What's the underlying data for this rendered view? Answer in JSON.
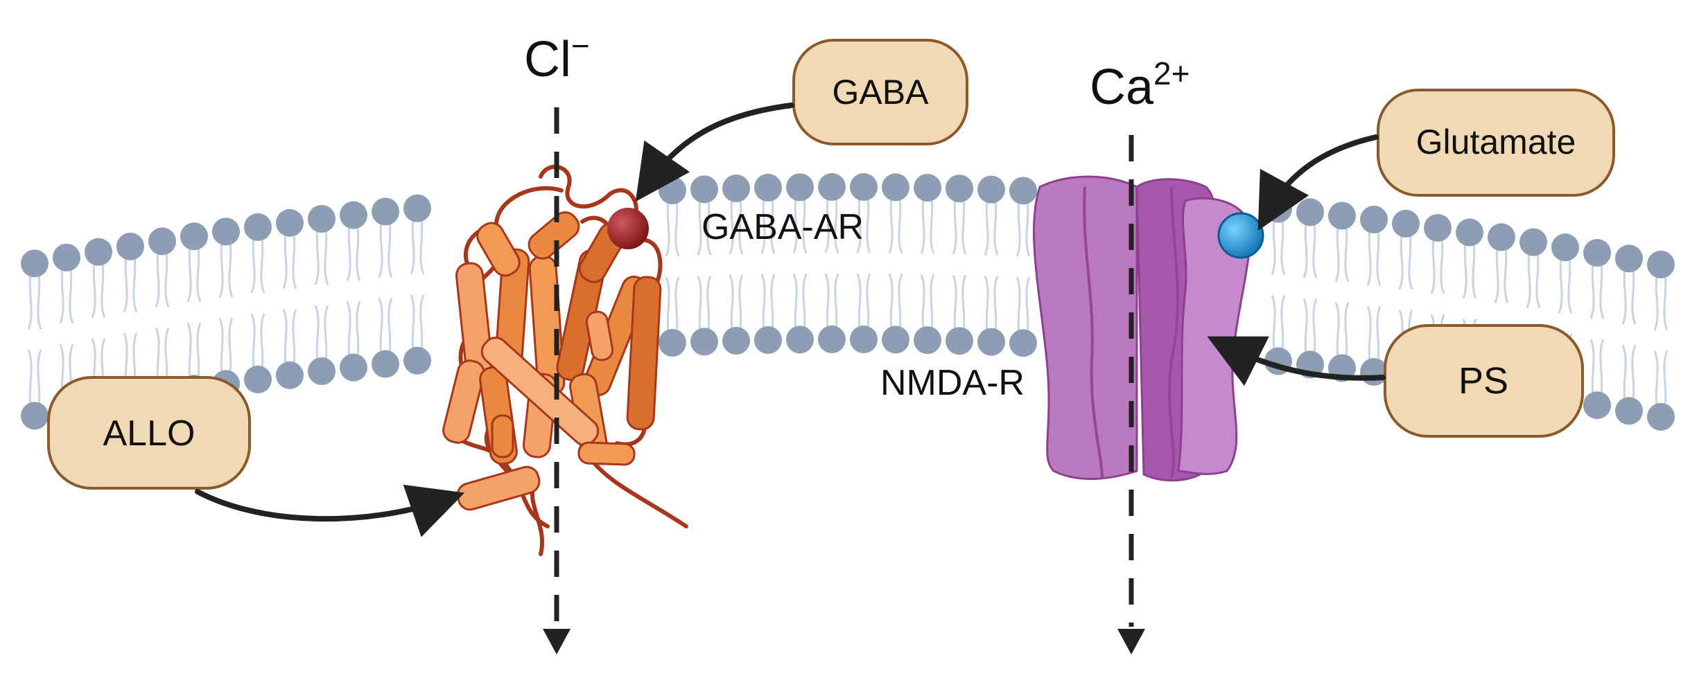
{
  "ions": {
    "chloride": {
      "symbol": "Cl",
      "charge": "−"
    },
    "calcium": {
      "symbol": "Ca",
      "charge": "2+"
    }
  },
  "receptors": {
    "gaba_a": {
      "label": "GABA-AR",
      "color": "#e87d3e",
      "ligand_color": "#a3262a"
    },
    "nmda": {
      "label": "NMDA-R",
      "color": "#b06ab3",
      "ligand_color": "#1f9ad6"
    }
  },
  "modulators": {
    "gaba": "GABA",
    "glutamate": "Glutamate",
    "allo": "ALLO",
    "ps": "PS"
  },
  "colors": {
    "pill_fill": "#f2d9b6",
    "pill_stroke": "#8a5a2b",
    "lipid_head": "#8d9db3",
    "lipid_tail": "#c9d3e2"
  }
}
